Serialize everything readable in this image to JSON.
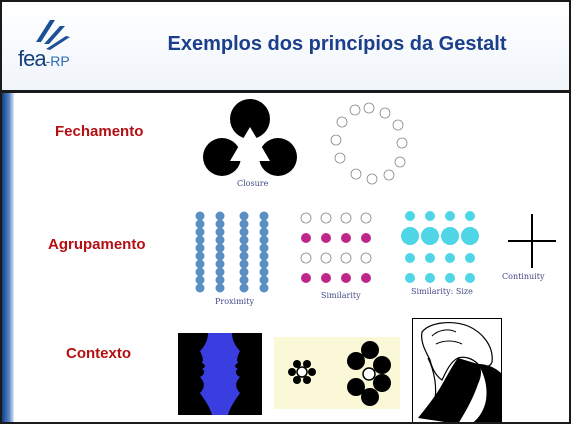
{
  "header": {
    "title": "Exemplos dos princípios da Gestalt",
    "logo": {
      "text": "fea",
      "suffix": "-RP"
    }
  },
  "rows": {
    "fechamento": {
      "label": "Fechamento"
    },
    "agrupamento": {
      "label": "Agrupamento"
    },
    "contexto": {
      "label": "Contexto"
    }
  },
  "captions": {
    "closure": "Closure",
    "proximity": "Proximity",
    "similarity": "Similarity",
    "similarity_size": "Similarity: Size",
    "continuity": "Continuity"
  },
  "colors": {
    "title": "#1b3f8a",
    "label": "#b40f12",
    "blue_dots": "#5a8fc4",
    "magenta_dots": "#c0268a",
    "cyan_dots": "#4fd6e6",
    "vase_blue": "#3a3ee0"
  }
}
